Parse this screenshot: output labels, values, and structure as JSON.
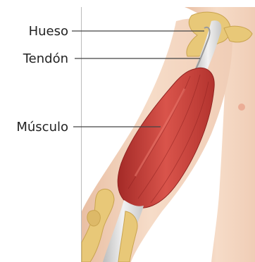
{
  "labels": {
    "bone": "Hueso",
    "tendon": "Tendón",
    "muscle": "Músculo"
  },
  "colors": {
    "skin": "#f3d3bc",
    "skin_shadow": "#e2b59a",
    "muscle": "#c9403a",
    "muscle_dark": "#a42a27",
    "tendon": "#dcdcdc",
    "bone": "#e8c878",
    "bone_dark": "#c9a450",
    "line": "#444444"
  }
}
